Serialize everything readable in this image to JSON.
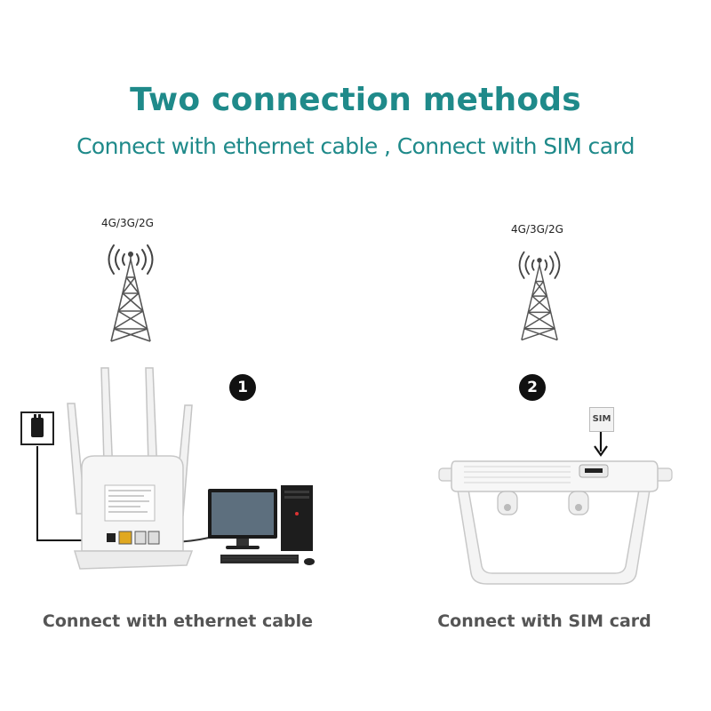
{
  "title": "Two connection methods",
  "subtitle": "Connect with ethernet cable , Connect with SIM card",
  "methods": [
    {
      "number": "1",
      "band": "4G/3G/2G",
      "caption": "Connect with ethernet cable"
    },
    {
      "number": "2",
      "band": "4G/3G/2G",
      "caption": "Connect with SIM card"
    }
  ],
  "sim_label": "SIM",
  "colors": {
    "heading": "#1f8a8a",
    "caption": "#555555",
    "device": "#f4f4f4",
    "outline": "#c8c8c8"
  },
  "icons": [
    "cell-tower-icon",
    "power-socket-icon",
    "router-icon",
    "computer-icon",
    "sim-card-icon"
  ]
}
